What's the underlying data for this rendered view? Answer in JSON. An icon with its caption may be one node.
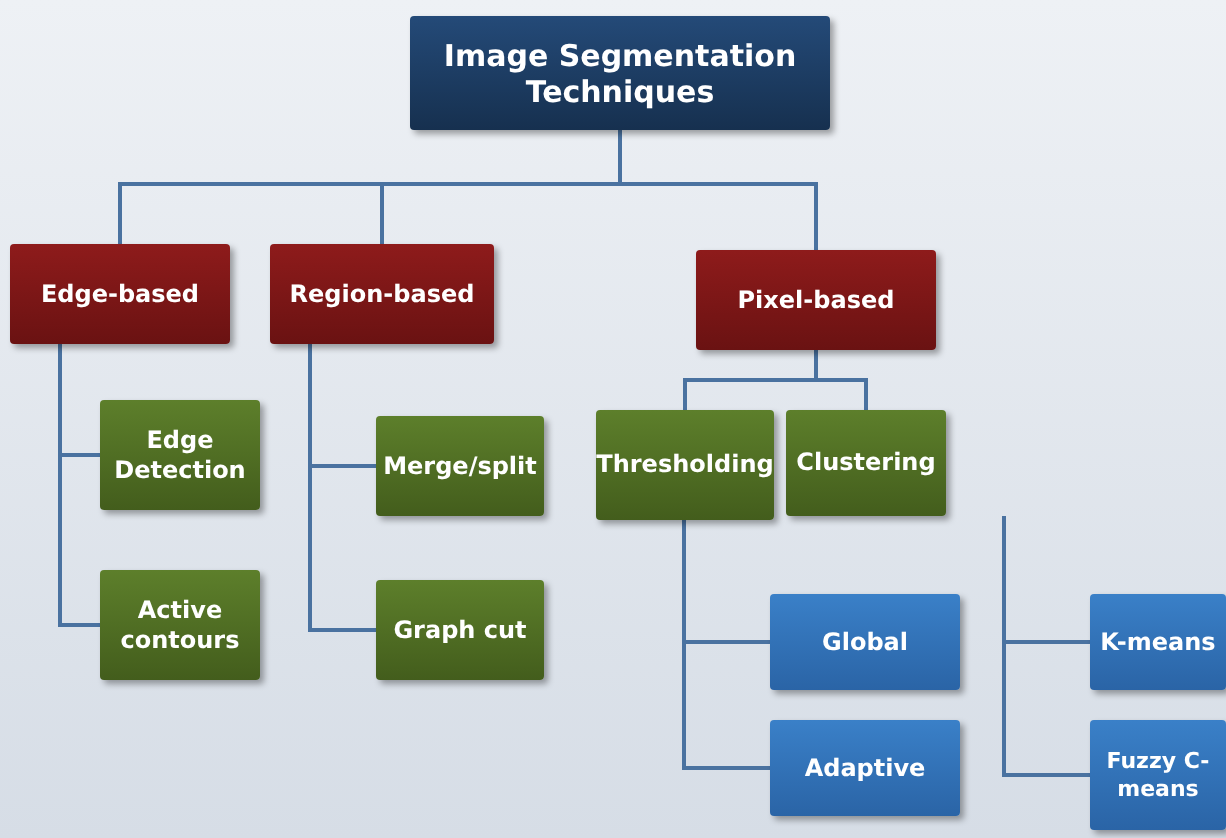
{
  "diagram": {
    "nodes": [
      {
        "text": [
          "Image Segmentation Techniques"
        ]
      },
      {
        "text": [
          "Edge-based"
        ]
      },
      {
        "text": [
          "Region-based"
        ]
      },
      {
        "text": [
          "Pixel-based"
        ]
      },
      {
        "text": [
          "Edge Detection"
        ]
      },
      {
        "text": [
          "Active contours"
        ]
      },
      {
        "text": [
          "Merge/split"
        ]
      },
      {
        "text": [
          "Graph cut"
        ]
      },
      {
        "text": [
          "Thresholding"
        ]
      },
      {
        "text": [
          "Clustering"
        ]
      },
      {
        "text": [
          "Global"
        ]
      },
      {
        "text": [
          "Adaptive"
        ]
      },
      {
        "text": [
          "K-means"
        ]
      },
      {
        "text": [
          "Fuzzy C-means"
        ]
      }
    ],
    "edges": [
      {
        "from": 0,
        "to": 1,
        "arrow": "none"
      },
      {
        "from": 0,
        "to": 2,
        "arrow": "none"
      },
      {
        "from": 0,
        "to": 3,
        "arrow": "none"
      },
      {
        "from": 1,
        "to": 4,
        "arrow": "none"
      },
      {
        "from": 1,
        "to": 5,
        "arrow": "none"
      },
      {
        "from": 2,
        "to": 6,
        "arrow": "none"
      },
      {
        "from": 2,
        "to": 7,
        "arrow": "none"
      },
      {
        "from": 3,
        "to": 8,
        "arrow": "none"
      },
      {
        "from": 3,
        "to": 9,
        "arrow": "none"
      },
      {
        "from": 8,
        "to": 10,
        "arrow": "none"
      },
      {
        "from": 8,
        "to": 11,
        "arrow": "none"
      },
      {
        "from": 9,
        "to": 12,
        "arrow": "none"
      },
      {
        "from": 9,
        "to": 13,
        "arrow": "none"
      }
    ]
  }
}
